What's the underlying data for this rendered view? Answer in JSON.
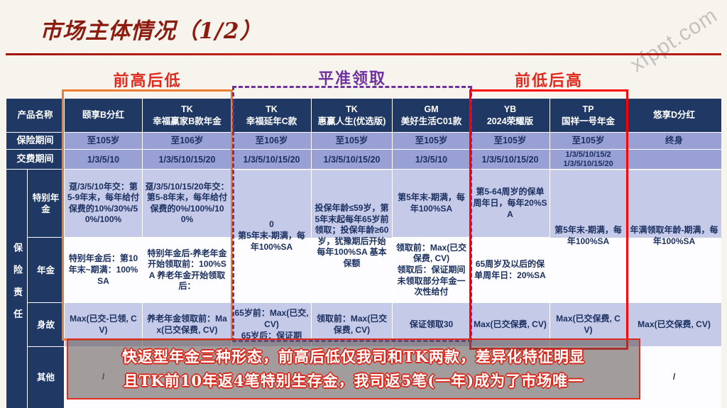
{
  "slide": {
    "title": "市场主体情况（1/2）",
    "watermark": "xfppt.com"
  },
  "annotations": {
    "front_high": "前高后低",
    "level": "平准领取",
    "front_low": "前低后高"
  },
  "table": {
    "corner_header": "产品名称",
    "row_labels": {
      "period": "保险期间",
      "payment": "交费期间",
      "liability": "保险责任",
      "special_annuity": "特别年金",
      "annuity": "年金",
      "death": "身故",
      "other": "其他"
    },
    "products": [
      "颐享B分红",
      "TK\n幸福赢家B款年金",
      "TK\n幸福延年C款",
      "TK\n惠赢人生(优选版)",
      "GM\n美好生活C01款",
      "YB\n2024荣耀版",
      "TP\n国祥一号年金",
      "悠享D分红"
    ],
    "period": [
      "至105岁",
      "至106岁",
      "至106岁",
      "至105岁",
      "至105岁",
      "至105岁",
      "至105岁",
      "终身"
    ],
    "payment": [
      "1/3/5/10",
      "1/3/5/10/15/20",
      "1/3/5/10/15/20",
      "1/3/5/10/15/20",
      "1/3/5/10",
      "1/3/5/10/15/20",
      "1/3/5/10/15/2\n1/3/5/10/15/20",
      ""
    ],
    "special_annuity_row": {
      "yixiang_b": "趸/3/5/10年交：第5-9年末，每年给付保费的10%/30%/50%/100%",
      "tk_yingjia": "趸/3/5/10/15/20年交：第5-8年末，每年给付保费的0%/100%/100%",
      "tk_yannian_merged": "0\n第5年末-期满，每年100%SA",
      "tk_huiying_merged": "投保年龄≤59岁，第5年末起每年65岁前领取；投保年龄≥60岁，犹豫期后开始每年100%SA 基本保额",
      "gm_meihao": "第5年末-期满，每年100%SA",
      "yb_rongyao": "第5-64周岁的保单周年日，每年20%SA",
      "tp_guoxiang_merged": "第5年末-期满，每年100%SA",
      "youxiang_d_merged": "年满领取年龄-期满，每年100%SA"
    },
    "annuity_row": {
      "yixiang_b": "特别年金后：第10年末~期满：100%SA",
      "tk_yingjia": "特别年金后-养老年金开始领取前：100%SA 养老年金开始领取后：",
      "gm_meihao": "领取前：Max(已交保费, CV)\n领取后：保证期间未领取部分年金一次性给付",
      "yb_rongyao": "65周岁及以后的保单周年日：20%SA"
    },
    "death_row": [
      "Max(已交-已领, CV)",
      "养老年金领取前：Max(已交保费, CV)",
      "65岁前：Max(已交, CV)\n65岁后：保证期",
      "领取前：Max(已交保费, CV)",
      "保证领取30",
      "Max(已交保费, CV)",
      "Max(已交保费, CV)",
      "Max(已交保费, CV)"
    ],
    "other_row": [
      "/",
      "",
      "",
      "",
      "",
      "",
      "",
      "/"
    ]
  },
  "banner": {
    "line1": "快返型年金三种形态，前高后低仅我司和TK两款，差异化特征明显",
    "line2": "且TK前10年返4笔特别生存金，我司返5笔(一年)成为了市场唯一"
  },
  "colors": {
    "header_navy": "#1f3864",
    "row_medium": "#99a0d3",
    "row_light": "#c6cae9",
    "accent_red": "#e02a1e",
    "accent_purple": "#7030a0",
    "accent_orange": "#ed7d31",
    "title_red": "#8c1c10"
  }
}
